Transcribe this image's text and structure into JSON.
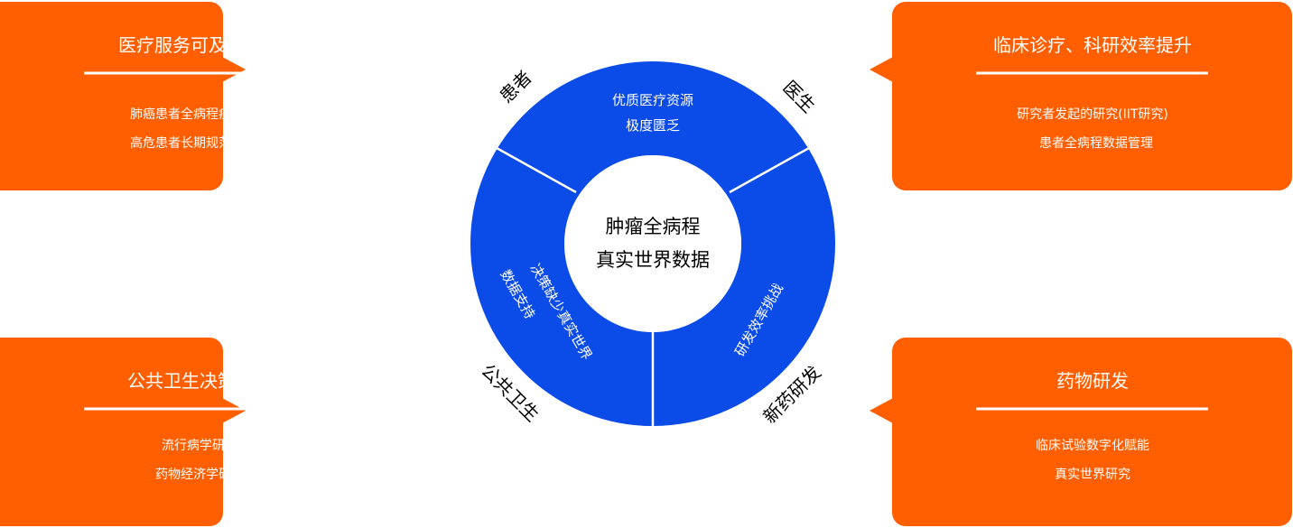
{
  "center": {
    "line1": "肿瘤全病程",
    "line2": "真实世界数据"
  },
  "segments": [
    {
      "lines": [
        "优质医疗资源",
        "极度匮乏"
      ]
    },
    {
      "lines": [
        "研发效率挑战"
      ]
    },
    {
      "lines": [
        "决策缺少真实世界",
        "数据支持"
      ]
    }
  ],
  "stakeholders": {
    "patient": "患者",
    "doctor": "医生",
    "public_health": "公共卫生",
    "drug_dev": "新药研发"
  },
  "cards": {
    "top_left": {
      "title": "医疗服务可及性赋能",
      "items": [
        "肺癌患者全病程疾病管理",
        "高危患者长期规范化随访"
      ]
    },
    "top_right": {
      "title": "临床诊疗、科研效率提升",
      "items": [
        "研究者发起的研究(IIT研究)",
        "患者全病程数据管理"
      ]
    },
    "bottom_left": {
      "title": "公共卫生决策依据",
      "items": [
        "流行病学研究",
        "药物经济学研究"
      ]
    },
    "bottom_right": {
      "title": "药物研发",
      "items": [
        "临床试验数字化赋能",
        "真实世界研究"
      ]
    }
  },
  "colors": {
    "orange": "#FF5F00",
    "blue": "#0B4BE8"
  }
}
